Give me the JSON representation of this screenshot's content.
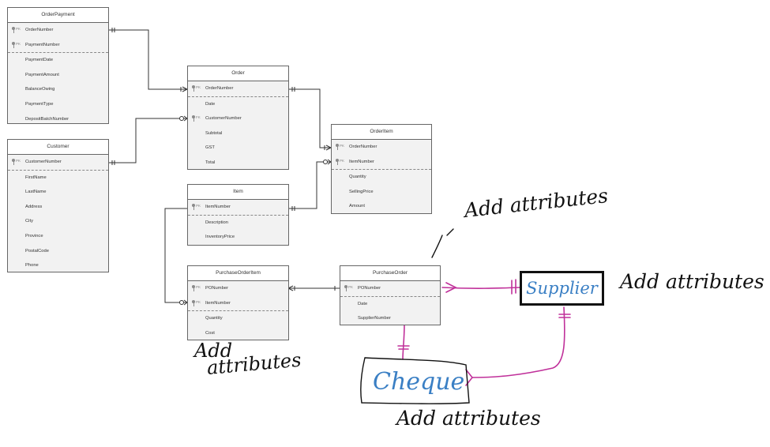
{
  "colors": {
    "line": "#333333",
    "annotation": "#c0309a",
    "blue_text": "#3a7fc4",
    "ink": "#111111"
  },
  "entities": {
    "orderpayment": {
      "name": "OrderPayment",
      "pk": [
        {
          "key": "PK",
          "field": "OrderNumber"
        },
        {
          "key": "PK",
          "field": "PaymentNumber"
        }
      ],
      "attrs": [
        "PaymentDate",
        "PaymentAmount",
        "BalanceOwing",
        "PaymentType",
        "DepositBatchNumber"
      ]
    },
    "customer": {
      "name": "Customer",
      "pk": [
        {
          "key": "PK",
          "field": "CustomerNumber"
        }
      ],
      "attrs": [
        "FirstName",
        "LastName",
        "Address",
        "City",
        "Province",
        "PostalCode",
        "Phone"
      ]
    },
    "order": {
      "name": "Order",
      "pk": [
        {
          "key": "PK",
          "field": "OrderNumber"
        }
      ],
      "attrs": [
        "Date"
      ],
      "fk": [
        {
          "key": "FK",
          "field": "CustomerNumber"
        }
      ],
      "attrs2": [
        "Subtotal",
        "GST",
        "Total"
      ]
    },
    "orderitem": {
      "name": "OrderItem",
      "pk": [
        {
          "key": "PK",
          "field": "OrderNumber"
        },
        {
          "key": "PK",
          "field": "ItemNumber"
        }
      ],
      "attrs": [
        "Quantity",
        "SellingPrice",
        "Amount"
      ]
    },
    "item": {
      "name": "Item",
      "pk": [
        {
          "key": "PK",
          "field": "ItemNumber"
        }
      ],
      "attrs": [
        "Description",
        "InventoryPrice"
      ]
    },
    "purchaseorderitem": {
      "name": "PurchaseOrderItem",
      "pk": [
        {
          "key": "PK",
          "field": "PONumber"
        },
        {
          "key": "PK",
          "field": "ItemNumber"
        }
      ],
      "attrs": [
        "Quantity",
        "Cost"
      ]
    },
    "purchaseorder": {
      "name": "PurchaseOrder",
      "pk": [
        {
          "key": "PK",
          "field": "PONumber"
        }
      ],
      "attrs": [
        "Date",
        "SupplierNumber"
      ]
    }
  },
  "annotations": {
    "supplier": "Supplier",
    "cheque": "Cheque",
    "add_attr_top": "Add attributes",
    "add_attr_supplier": "Add attributes",
    "add_attr_cheque": "Add attributes",
    "add_attr_poi_1": "Add",
    "add_attr_poi_2": "attributes"
  }
}
